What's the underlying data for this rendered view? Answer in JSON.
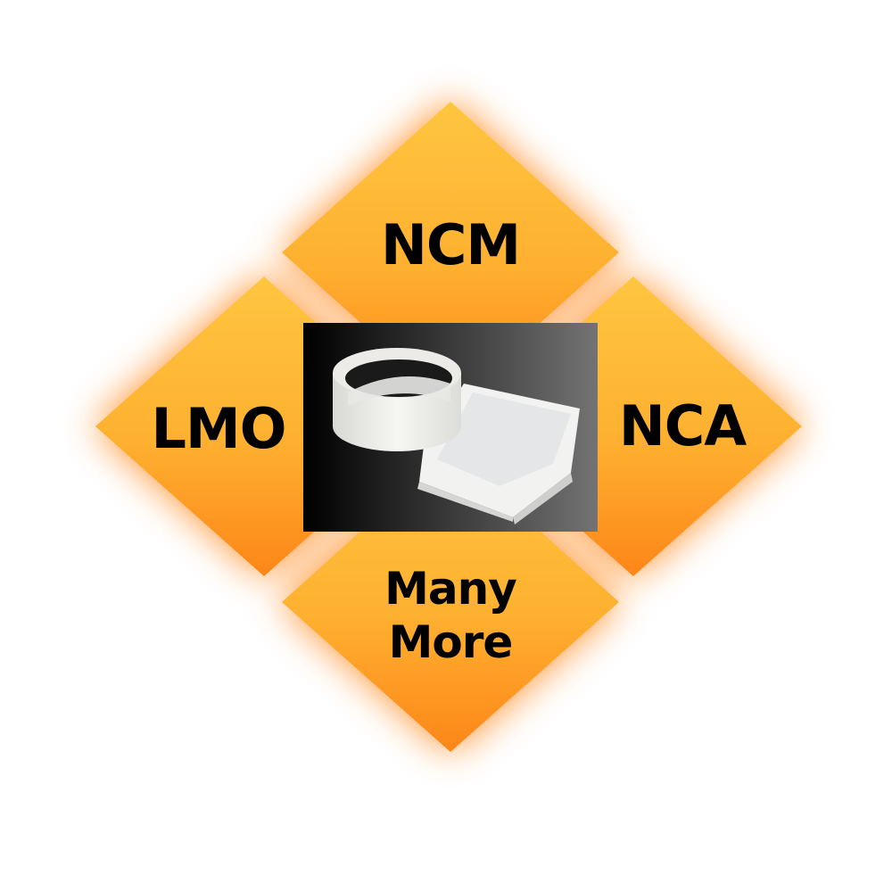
{
  "diagram": {
    "center_image": "ceramic-crucible-and-tray-photo",
    "items": [
      {
        "id": "top",
        "label": "NCM"
      },
      {
        "id": "left",
        "label": "LMO"
      },
      {
        "id": "right",
        "label": "NCA"
      },
      {
        "id": "bottom",
        "label_line1": "Many",
        "label_line2": "More"
      }
    ],
    "colors": {
      "diamond_top": "#fec640",
      "diamond_bottom": "#fd8618",
      "glow": "#ff7a10",
      "text": "#000000"
    }
  }
}
